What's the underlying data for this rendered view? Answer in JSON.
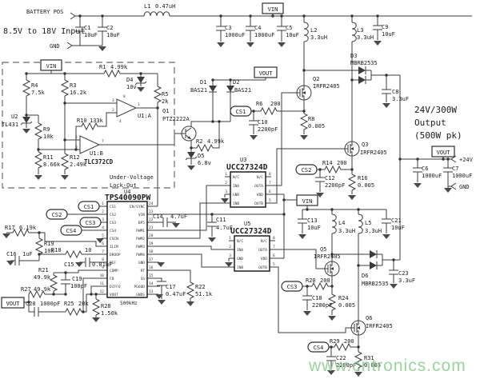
{
  "watermark": "www.cntronics.com",
  "input": {
    "battery_pos": "BATTERY POS",
    "range": "8.5V to 18V Input",
    "gnd": "GND"
  },
  "output": {
    "rating1": "24V/300W",
    "rating2": "Output",
    "rating3": "(500W pk)",
    "plus24": "+24V",
    "gnd": "GND"
  },
  "nets": {
    "vin": "VIN",
    "vout": "VOUT",
    "cs1": "CS1",
    "cs2": "CS2",
    "cs3": "CS3",
    "cs4": "CS4"
  },
  "uvlo": {
    "title1": "Under-Voltage",
    "title2": "Lock-Out",
    "comp_ic": "TLC372CD",
    "u1a": "U1:A",
    "u1b": "U1:B",
    "n1": "1",
    "n2": "2",
    "n3": "3",
    "n4": "4",
    "n5": "5",
    "n6": "6",
    "n7": "7",
    "n8": "8"
  },
  "u4": {
    "ref": "U4",
    "part": "TPS40090PW",
    "freq": "500kHz",
    "left_names": [
      "CS1",
      "CS2",
      "CS3",
      "CS4",
      "CSCN",
      "ILIM",
      "DROOP",
      "REF",
      "COMP",
      "FB",
      "DIFFO",
      "VOUT"
    ],
    "left_nums": [
      "1",
      "2",
      "3",
      "4",
      "5",
      "6",
      "7",
      "8",
      "9",
      "10",
      "11",
      "12"
    ],
    "right_names": [
      "EN/SYNC",
      "VIN",
      "BP5",
      "PWM1",
      "PWM2",
      "PWM3",
      "PWM4",
      "GND",
      "RT",
      "SS",
      "PGOOD",
      "GNDS"
    ],
    "right_nums": [
      "24",
      "23",
      "22",
      "21",
      "20",
      "19",
      "18",
      "17",
      "16",
      "15",
      "14",
      "13"
    ]
  },
  "u3": {
    "ref": "U3",
    "part": "UCC27324D",
    "left_names": [
      "N/C",
      "INA",
      "GND",
      "INB"
    ],
    "left_nums": [
      "1",
      "2",
      "3",
      "4"
    ],
    "right_names": [
      "N/C",
      "OUTA",
      "VDD",
      "OUTB"
    ],
    "right_nums": [
      "8",
      "7",
      "6",
      "5"
    ]
  },
  "u5": {
    "ref": "U5",
    "part": "UCC27324D",
    "left_names": [
      "N/C",
      "INA",
      "GND",
      "INB"
    ],
    "left_nums": [
      "1",
      "2",
      "3",
      "4"
    ],
    "right_names": [
      "N/C",
      "OUTA",
      "VDD",
      "OUTB"
    ],
    "right_nums": [
      "8",
      "7",
      "6",
      "5"
    ]
  },
  "parts": {
    "l1": {
      "ref": "L1",
      "val": "0.47uH"
    },
    "c1": {
      "ref": "C1",
      "val": "10uF"
    },
    "c2": {
      "ref": "C2",
      "val": "10uF"
    },
    "c3": {
      "ref": "C3",
      "val": "1000uF"
    },
    "c4": {
      "ref": "C4",
      "val": "1000uF"
    },
    "c5": {
      "ref": "C5",
      "val": "10uF"
    },
    "l2": {
      "ref": "L2",
      "val": "3.3uH"
    },
    "l3": {
      "ref": "L3",
      "val": "3.3uH"
    },
    "c9": {
      "ref": "C9",
      "val": "10uF"
    },
    "d3": {
      "ref": "D3",
      "val": "MBRB2535"
    },
    "c8": {
      "ref": "C8",
      "val": "3.3uF"
    },
    "q2": {
      "ref": "Q2",
      "val": "IRFR2405"
    },
    "q3": {
      "ref": "Q3",
      "val": "IRFR2405"
    },
    "r8": {
      "ref": "R8",
      "val": "0.005"
    },
    "r16": {
      "ref": "R16",
      "val": "0.005"
    },
    "r6": {
      "ref": "R6",
      "val": "200"
    },
    "c10": {
      "ref": "C10",
      "val": "2200pF"
    },
    "r14": {
      "ref": "R14",
      "val": "200"
    },
    "c12": {
      "ref": "C12",
      "val": "2200pF"
    },
    "d1": {
      "ref": "D1",
      "val": "BAS21"
    },
    "d2": {
      "ref": "D2",
      "val": "BAS21"
    },
    "q1": {
      "ref": "Q1",
      "val": "PTZ2222A"
    },
    "r2": {
      "ref": "R2",
      "val": "4.99k"
    },
    "d5": {
      "ref": "D5",
      "val": "6.8v"
    },
    "r1": {
      "ref": "R1",
      "val": "4.99k"
    },
    "r3": {
      "ref": "R3",
      "val": "16.2k"
    },
    "r4": {
      "ref": "R4",
      "val": "7.5k"
    },
    "r5": {
      "ref": "R5",
      "val": "2k"
    },
    "u2": {
      "ref": "U2",
      "val": "TL431"
    },
    "r9": {
      "ref": "R9",
      "val": "10k"
    },
    "r10": {
      "ref": "R10",
      "val": "133k"
    },
    "r11": {
      "ref": "R11",
      "val": "8.66k"
    },
    "r12": {
      "ref": "R12",
      "val": "2.49k"
    },
    "d4": {
      "ref": "D4",
      "val": "10v"
    },
    "r17": {
      "ref": "R17",
      "val": "6.19k"
    },
    "r19": {
      "ref": "R19",
      "val": "10k"
    },
    "c16": {
      "ref": "C16",
      "val": "1uF"
    },
    "r18": {
      "ref": "R18",
      "val": "10"
    },
    "c15": {
      "ref": "C15",
      "val": "0.01uF"
    },
    "r21": {
      "ref": "R21",
      "val": "49.9k"
    },
    "c19": {
      "ref": "C19",
      "val": "100pF"
    },
    "r27": {
      "ref": "R27",
      "val": "49.9k"
    },
    "c20": {
      "ref": "C20",
      "val": "1000pF"
    },
    "r25": {
      "ref": "R25",
      "val": "20k"
    },
    "r28": {
      "ref": "R28",
      "val": "1.50k"
    },
    "c14": {
      "ref": "C14",
      "val": "4.7uF"
    },
    "c11": {
      "ref": "C11",
      "val": "4.7uF"
    },
    "c17": {
      "ref": "C17",
      "val": "0.47uF"
    },
    "r22": {
      "ref": "R22",
      "val": "51.1k"
    },
    "c13": {
      "ref": "C13",
      "val": "10uF"
    },
    "l4": {
      "ref": "L4",
      "val": "3.3uH"
    },
    "l5": {
      "ref": "L5",
      "val": "3.3uH"
    },
    "c21": {
      "ref": "C21",
      "val": "10uF"
    },
    "q5": {
      "ref": "Q5",
      "val": "IRFR2405"
    },
    "q6": {
      "ref": "Q6",
      "val": "IRFR2405"
    },
    "r20": {
      "ref": "R20",
      "val": "200"
    },
    "c18": {
      "ref": "C18",
      "val": "2200pF"
    },
    "r24": {
      "ref": "R24",
      "val": "0.005"
    },
    "r29": {
      "ref": "R29",
      "val": "200"
    },
    "c22": {
      "ref": "C22",
      "val": "2200pF"
    },
    "r31": {
      "ref": "R31",
      "val": "0.005"
    },
    "d6": {
      "ref": "D6",
      "val": "MBRB2535"
    },
    "c23": {
      "ref": "C23",
      "val": "3.3uF"
    },
    "c6": {
      "ref": "C6",
      "val": "1000uF"
    },
    "c7": {
      "ref": "C7",
      "val": "1000uF"
    }
  }
}
